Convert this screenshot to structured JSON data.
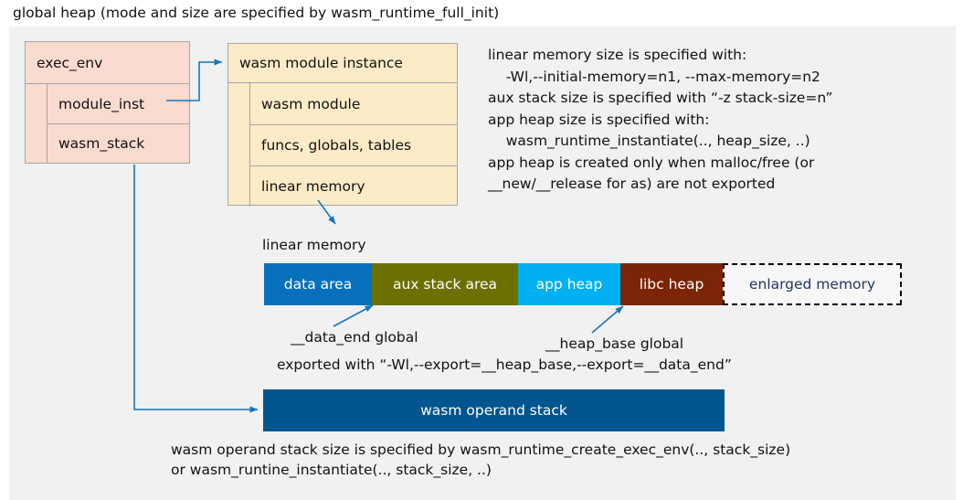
{
  "title": "global heap (mode and size are specified by wasm_runtime_full_init)",
  "colors": {
    "panel_bg": "#f1f1f1",
    "exec_env_fill": "#fadbd0",
    "module_instance_fill": "#fdebc8",
    "box_border": "#a6a6a6",
    "connector": "#1675bc",
    "data_area": "#0770bc",
    "aux_stack_area": "#6b7000",
    "app_heap": "#00b0f0",
    "libc_heap": "#7b2506",
    "enlarged_memory_text": "#1f3864",
    "operand_stack": "#01568f"
  },
  "exec_env": {
    "header": "exec_env",
    "rows": [
      {
        "label": "module_inst"
      },
      {
        "label": "wasm_stack"
      }
    ]
  },
  "wasm_module_instance": {
    "header": "wasm module instance",
    "rows": [
      {
        "label": "wasm module"
      },
      {
        "label": "funcs, globals, tables"
      },
      {
        "label": "linear memory"
      }
    ]
  },
  "notes": {
    "linear_memory": "linear memory size is specified with:\n    -Wl,--initial-memory=n1, --max-memory=n2\naux stack size is specified with “-z stack-size=n”\napp heap size is specified with:\n    wasm_runtime_instantiate(.., heap_size, ..)\napp heap is created only when malloc/free (or\n__new/__release for as) are not exported",
    "operand_stack": "wasm operand stack size is specified by wasm_runtime_create_exec_env(.., stack_size)\nor wasm_runtine_instantiate(.., stack_size, ..)"
  },
  "linear_memory": {
    "label": "linear memory",
    "segments": [
      {
        "name": "data area",
        "width": 118,
        "color": "#0770bc",
        "style": "solid"
      },
      {
        "name": "aux stack area",
        "width": 160,
        "color": "#6b7000",
        "style": "solid"
      },
      {
        "name": "app heap",
        "width": 112,
        "color": "#00b0f0",
        "style": "solid"
      },
      {
        "name": "libc heap",
        "width": 112,
        "color": "#7b2506",
        "style": "solid"
      },
      {
        "name": "enlarged memory",
        "width": 196,
        "color": "#f7f7f7",
        "style": "dashed"
      }
    ]
  },
  "annotations": {
    "data_end": "__data_end global",
    "heap_base": "__heap_base global",
    "exported_with": "exported with “-Wl,--export=__heap_base,--export=__data_end”"
  },
  "operand_stack": {
    "label": "wasm operand stack"
  }
}
